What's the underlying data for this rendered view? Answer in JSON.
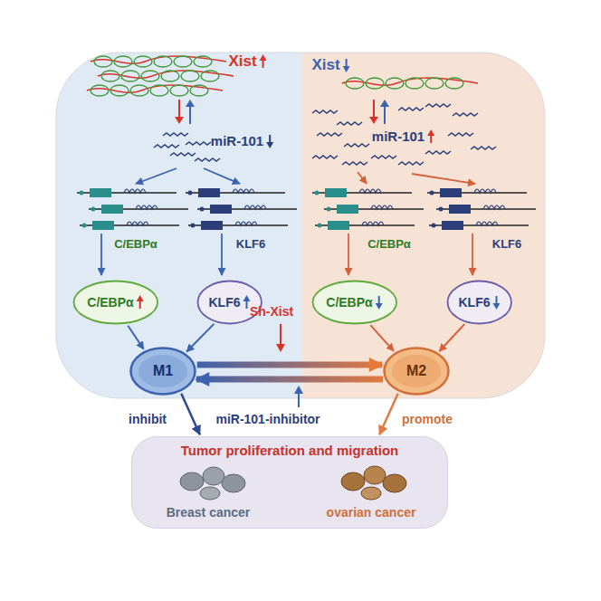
{
  "diagram": {
    "nodes": [
      {
        "text": [
          "C/EBPα"
        ]
      },
      {
        "text": [
          "KLF6"
        ]
      },
      {
        "text": [
          "C/EBPα"
        ]
      },
      {
        "text": [
          "KLF6"
        ]
      },
      {
        "text": [
          "M1"
        ]
      },
      {
        "text": [
          "M2"
        ]
      },
      {
        "text": [
          "Tumor proliferation and migration",
          "Breast cancer",
          "ovarian cancer"
        ]
      }
    ],
    "edges": [
      {
        "from": 0,
        "to": 4,
        "arrow": "to"
      },
      {
        "from": 1,
        "to": 4,
        "arrow": "to"
      },
      {
        "from": 2,
        "to": 5,
        "arrow": "to"
      },
      {
        "from": 3,
        "to": 5,
        "arrow": "to"
      },
      {
        "from": 4,
        "to": 5,
        "label": "Sh-Xist",
        "arrow": "to"
      },
      {
        "from": 5,
        "to": 4,
        "label": "miR-101-inhibitor",
        "arrow": "to"
      },
      {
        "from": 4,
        "to": 6,
        "label": "inhibit",
        "arrow": "to"
      },
      {
        "from": 5,
        "to": 6,
        "label": "promote",
        "arrow": "to"
      }
    ],
    "labels": [
      "Xist",
      "Xist",
      "miR-101",
      "miR-101",
      "C/EBPα",
      "KLF6",
      "C/EBPα",
      "KLF6"
    ]
  }
}
